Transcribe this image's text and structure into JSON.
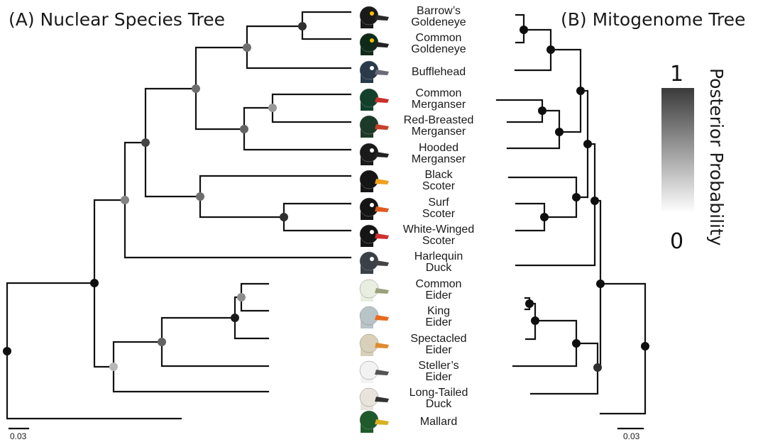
{
  "panel_a": {
    "title": "(A) Nuclear Species Tree",
    "scale_label": "0.03"
  },
  "panel_b": {
    "title": "(B) Mitogenome Tree",
    "scale_label": "0.03"
  },
  "legend": {
    "title": "Posterior Probability",
    "max": "1",
    "min": "0",
    "color_high": "#3a3a3a",
    "color_low": "#ffffff"
  },
  "taxa": [
    {
      "lines": [
        "Barrow’s",
        "Goldeneye"
      ],
      "icon": "barrows-goldeneye-head-icon",
      "head": "#1a1a1a",
      "bill": "#2a2a2a",
      "spot": "#f2c200"
    },
    {
      "lines": [
        "Common",
        "Goldeneye"
      ],
      "icon": "common-goldeneye-head-icon",
      "head": "#0f2a18",
      "bill": "#222",
      "spot": "#f2c200"
    },
    {
      "lines": [
        "Bufflehead"
      ],
      "icon": "bufflehead-head-icon",
      "head": "#2a3a4a",
      "bill": "#6a6a7a",
      "spot": "#ffffff"
    },
    {
      "lines": [
        "Common",
        "Merganser"
      ],
      "icon": "common-merganser-head-icon",
      "head": "#12402a",
      "bill": "#c8322a",
      "spot": ""
    },
    {
      "lines": [
        "Red-Breasted",
        "Merganser"
      ],
      "icon": "red-breasted-merganser-head-icon",
      "head": "#1d3a28",
      "bill": "#c8402a",
      "spot": ""
    },
    {
      "lines": [
        "Hooded",
        "Merganser"
      ],
      "icon": "hooded-merganser-head-icon",
      "head": "#1a1a1a",
      "bill": "#222",
      "spot": "#ffffff"
    },
    {
      "lines": [
        "Black",
        "Scoter"
      ],
      "icon": "black-scoter-head-icon",
      "head": "#151515",
      "bill": "#f0a020",
      "spot": ""
    },
    {
      "lines": [
        "Surf",
        "Scoter"
      ],
      "icon": "surf-scoter-head-icon",
      "head": "#151515",
      "bill": "#e05a20",
      "spot": "#ffffff"
    },
    {
      "lines": [
        "White-Winged",
        "Scoter"
      ],
      "icon": "white-winged-scoter-head-icon",
      "head": "#151515",
      "bill": "#d03030",
      "spot": "#ffffff"
    },
    {
      "lines": [
        "Harlequin",
        "Duck"
      ],
      "icon": "harlequin-duck-head-icon",
      "head": "#3a4048",
      "bill": "#444",
      "spot": "#ffffff"
    },
    {
      "lines": [
        "Common",
        "Eider"
      ],
      "icon": "common-eider-head-icon",
      "head": "#e8eee0",
      "bill": "#9aa07a",
      "spot": ""
    },
    {
      "lines": [
        "King",
        "Eider"
      ],
      "icon": "king-eider-head-icon",
      "head": "#b8c4c8",
      "bill": "#e86a20",
      "spot": ""
    },
    {
      "lines": [
        "Spectacled",
        "Eider"
      ],
      "icon": "spectacled-eider-head-icon",
      "head": "#d8d0b8",
      "bill": "#e08a30",
      "spot": ""
    },
    {
      "lines": [
        "Steller’s",
        "Eider"
      ],
      "icon": "stellers-eider-head-icon",
      "head": "#f2f2f2",
      "bill": "#555",
      "spot": ""
    },
    {
      "lines": [
        "Long-Tailed",
        "Duck"
      ],
      "icon": "long-tailed-duck-head-icon",
      "head": "#e8e4dc",
      "bill": "#333",
      "spot": ""
    },
    {
      "lines": [
        "Mallard"
      ],
      "icon": "mallard-head-icon",
      "head": "#1e5a2a",
      "bill": "#d8b020",
      "spot": ""
    }
  ],
  "tree_a_nodes": [
    {
      "name": "root",
      "posterior": 1.0
    },
    {
      "name": "diving-ducks",
      "posterior": 1.0
    },
    {
      "name": "goldeneye-merganser-scoter-harlequin",
      "posterior": 0.45
    },
    {
      "name": "goldeneye-merganser-scoter",
      "posterior": 0.75
    },
    {
      "name": "goldeneye-merganser",
      "posterior": 0.55
    },
    {
      "name": "goldeneyes-bufflehead",
      "posterior": 0.55
    },
    {
      "name": "goldeneyes",
      "posterior": 0.85
    },
    {
      "name": "mergansers",
      "posterior": 0.6
    },
    {
      "name": "common-redbreasted-merganser",
      "posterior": 0.35
    },
    {
      "name": "scoters",
      "posterior": 0.55
    },
    {
      "name": "surf-whitewinged-scoter",
      "posterior": 0.85
    },
    {
      "name": "eiders-longtailed",
      "posterior": 0.2
    },
    {
      "name": "eiders",
      "posterior": 0.6
    },
    {
      "name": "common-king-spectacled",
      "posterior": 0.95
    },
    {
      "name": "common-king-eider",
      "posterior": 0.4
    }
  ],
  "tree_b_nodes": [
    {
      "name": "root",
      "posterior": 1.0
    },
    {
      "name": "ingroup",
      "posterior": 1.0
    },
    {
      "name": "clade-1",
      "posterior": 1.0
    },
    {
      "name": "clade-2",
      "posterior": 1.0
    },
    {
      "name": "clade-3",
      "posterior": 1.0
    },
    {
      "name": "goldeneye-clade",
      "posterior": 1.0
    },
    {
      "name": "goldeneyes",
      "posterior": 1.0
    },
    {
      "name": "mergansers",
      "posterior": 1.0
    },
    {
      "name": "common-redbreasted-merganser",
      "posterior": 1.0
    },
    {
      "name": "scoters",
      "posterior": 1.0
    },
    {
      "name": "surf-whitewinged-scoter",
      "posterior": 1.0
    },
    {
      "name": "eiders-longtailed",
      "posterior": 0.85
    },
    {
      "name": "eiders",
      "posterior": 1.0
    },
    {
      "name": "common-king-spectacled",
      "posterior": 1.0
    },
    {
      "name": "common-king-eider",
      "posterior": 1.0
    }
  ]
}
